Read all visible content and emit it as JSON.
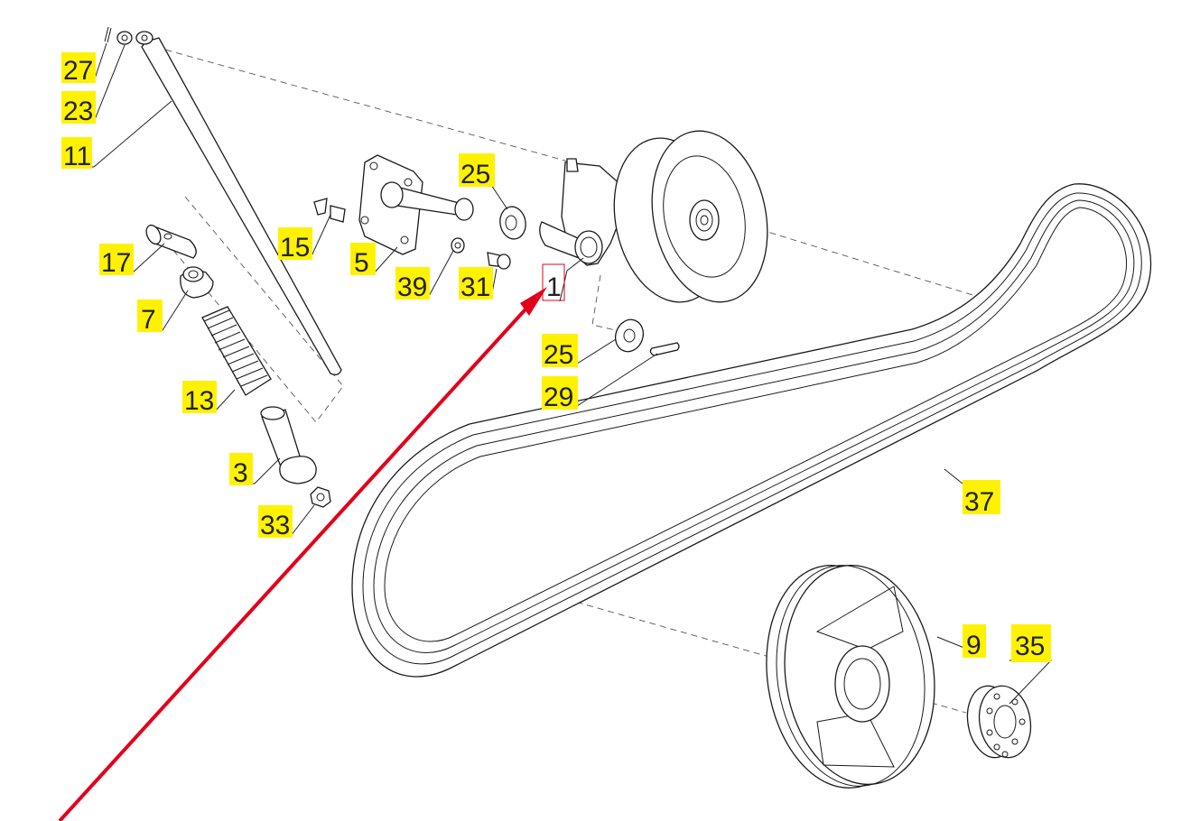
{
  "labels": [
    {
      "id": "27",
      "text": "27",
      "highlight": "#fff200"
    },
    {
      "id": "23",
      "text": "23",
      "highlight": "#fff200"
    },
    {
      "id": "11",
      "text": "11",
      "highlight": "#fff200"
    },
    {
      "id": "17",
      "text": "17",
      "highlight": "#fff200"
    },
    {
      "id": "7",
      "text": "7",
      "highlight": "#fff200"
    },
    {
      "id": "13",
      "text": "13",
      "highlight": "#fff200"
    },
    {
      "id": "3",
      "text": "3",
      "highlight": "#fff200"
    },
    {
      "id": "33",
      "text": "33",
      "highlight": "#fff200"
    },
    {
      "id": "15",
      "text": "15",
      "highlight": "#fff200"
    },
    {
      "id": "5",
      "text": "5",
      "highlight": "#fff200"
    },
    {
      "id": "39",
      "text": "39",
      "highlight": "#fff200"
    },
    {
      "id": "31",
      "text": "31",
      "highlight": "#fff200"
    },
    {
      "id": "25a",
      "text": "25",
      "highlight": "#fff200"
    },
    {
      "id": "1",
      "text": "1",
      "highlight": "none"
    },
    {
      "id": "25b",
      "text": "25",
      "highlight": "#fff200"
    },
    {
      "id": "29",
      "text": "29",
      "highlight": "#fff200"
    },
    {
      "id": "37",
      "text": "37",
      "highlight": "#fff200"
    },
    {
      "id": "9",
      "text": "9",
      "highlight": "#fff200"
    },
    {
      "id": "35",
      "text": "35",
      "highlight": "#fff200"
    }
  ],
  "colors": {
    "label_highlight": "#fff200",
    "pointer_arrow": "#e3001b",
    "selected_box": "#e3001b",
    "line": "#1a1a1a"
  }
}
